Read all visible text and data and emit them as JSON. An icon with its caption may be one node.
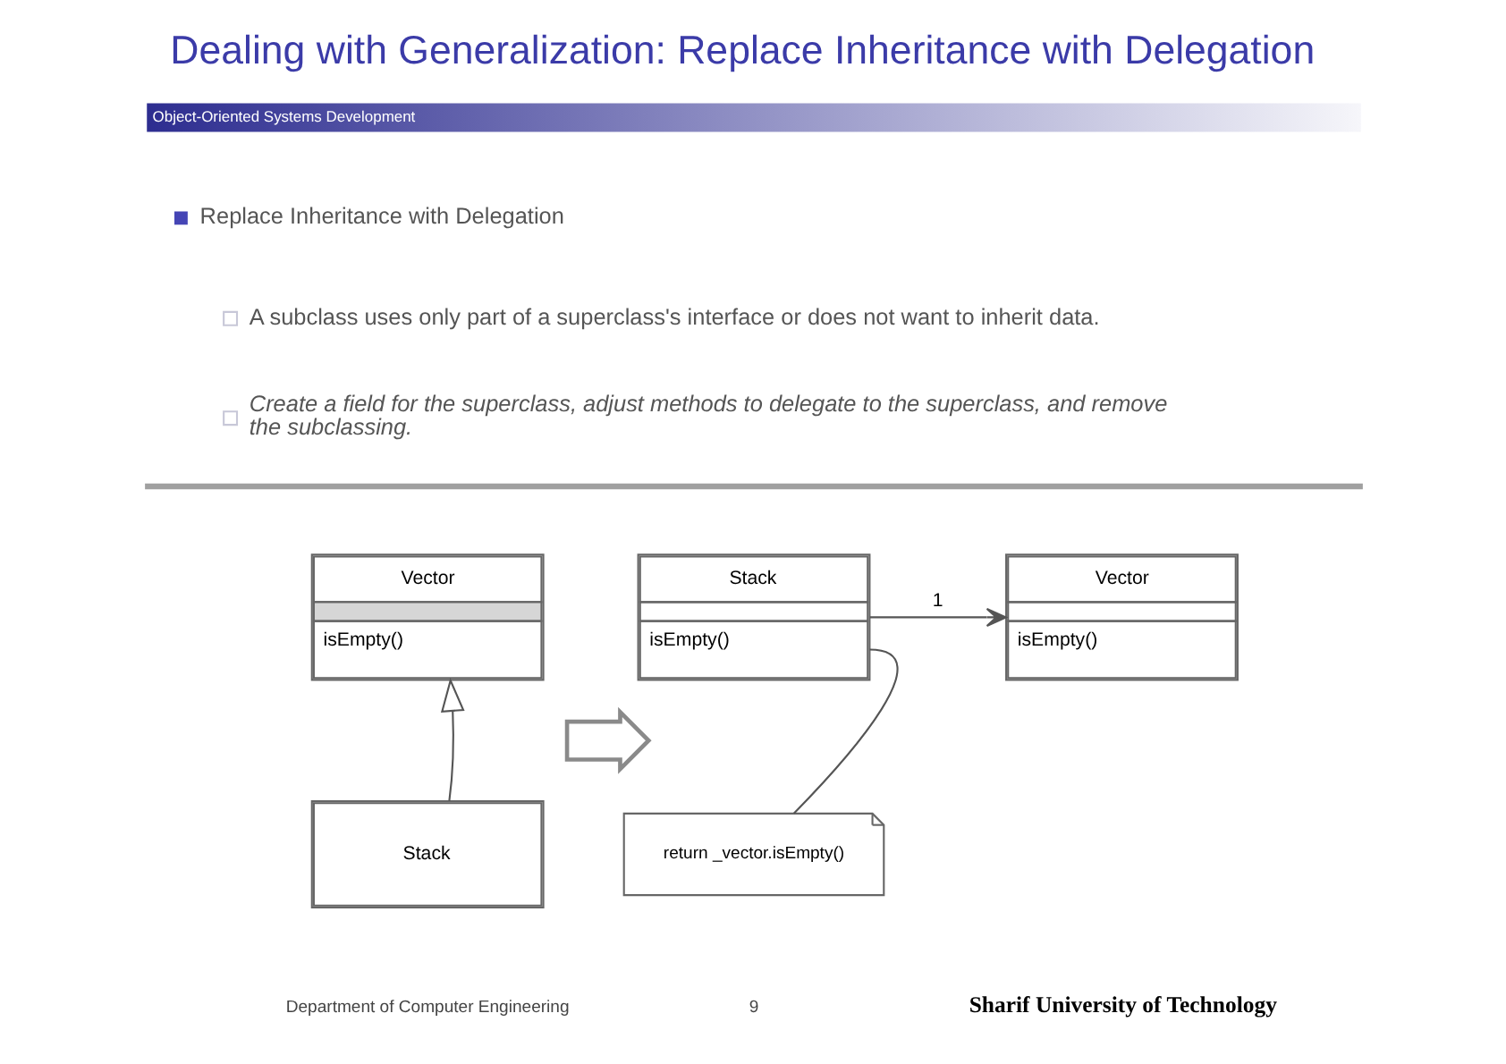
{
  "diagram": {
    "title": "Dealing with Generalization: Replace Inheritance with Delegation",
    "nodes": [
      {
        "text": [
          "Vector",
          "isEmpty()"
        ]
      },
      {
        "text": [
          "Stack"
        ]
      },
      {
        "text": [
          "Stack",
          "isEmpty()"
        ]
      },
      {
        "text": [
          "Vector",
          "isEmpty()"
        ]
      },
      {
        "text": [
          "return _vector.isEmpty()"
        ]
      },
      {
        "text": [],
        "shape": "arrow"
      }
    ],
    "edges": [
      {
        "from": 1,
        "to": 0,
        "arrow": "to"
      },
      {
        "from": 2,
        "to": 3,
        "arrow": "to",
        "label": "1"
      },
      {
        "from": 4,
        "to": 2,
        "arrow": "none"
      }
    ],
    "labels": [
      "Object-Oriented Systems Development",
      "Replace Inheritance with Delegation",
      "A subclass uses only part of a superclass's interface or does not want to inherit data.",
      "Create a field for the superclass, adjust methods to delegate to the superclass, and remove the subclassing.",
      "Department of Computer Engineering",
      "9",
      "Sharif University of Technology"
    ]
  }
}
